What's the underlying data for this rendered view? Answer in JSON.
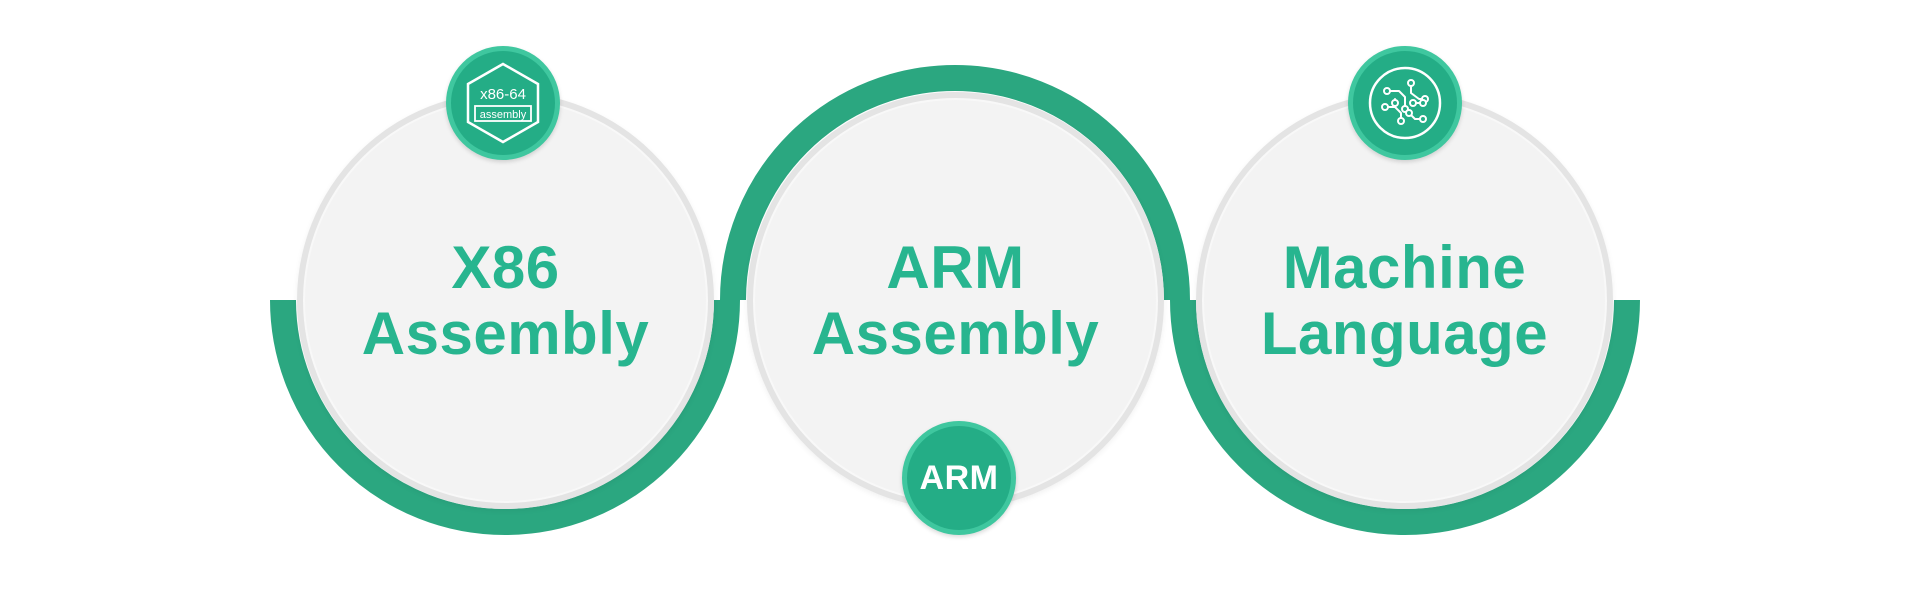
{
  "colors": {
    "accent": "#27b58f",
    "ring": "#2ba780",
    "circle_fill": "#f3f3f3",
    "circle_border": "#e4e4e4",
    "badge_fill": "#24ad86"
  },
  "items": [
    {
      "title_line1": "X86",
      "title_line2": "Assembly",
      "badge": {
        "icon": "x86-64-assembly-hexagon-icon",
        "text_top": "x86-64",
        "text_bottom": "assembly"
      }
    },
    {
      "title_line1": "ARM",
      "title_line2": "Assembly",
      "badge": {
        "icon": "arm-logo-icon",
        "text": "ARM"
      }
    },
    {
      "title_line1": "Machine",
      "title_line2": "Language",
      "badge": {
        "icon": "circuit-chip-icon"
      }
    }
  ]
}
